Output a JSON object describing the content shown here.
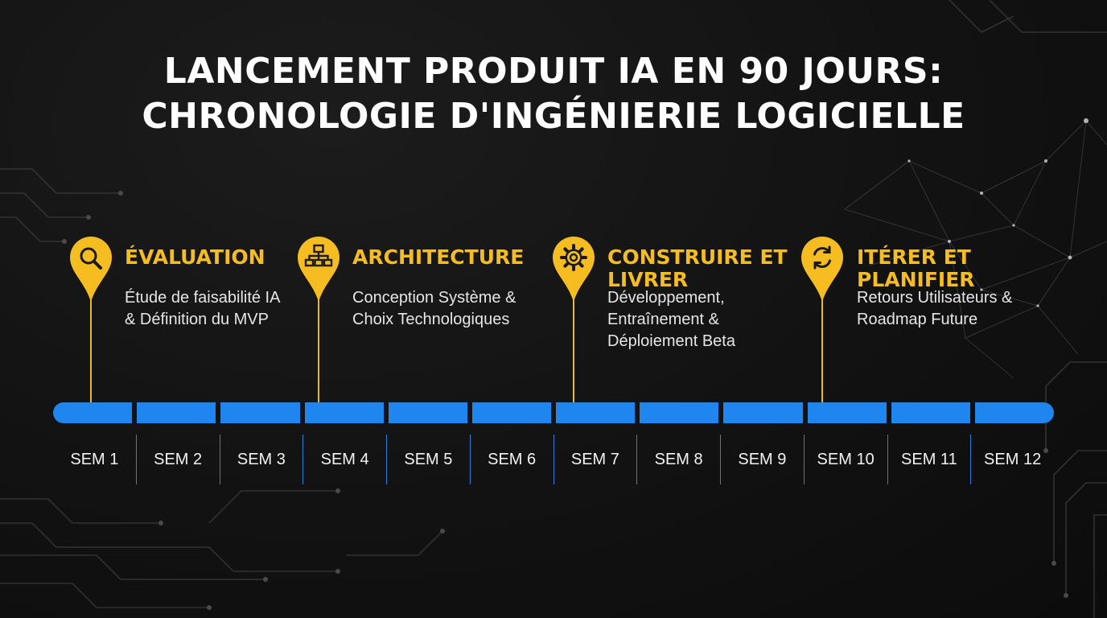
{
  "title": {
    "line1": "LANCEMENT PRODUIT IA EN 90 JOURS:",
    "line2": "CHRONOLOGIE D'INGÉNIERIE LOGICIELLE"
  },
  "colors": {
    "accent_yellow": "#f5bd1f",
    "timeline_blue": "#1f86f0",
    "background": "#121212"
  },
  "milestones": [
    {
      "icon": "magnifier-icon",
      "title": "ÉVALUATION",
      "description": "Étude de faisabilité IA & Définition du MVP",
      "week": "SEM 1"
    },
    {
      "icon": "hierarchy-icon",
      "title": "ARCHITECTURE",
      "description": "Conception Système & Choix Technologiques",
      "week": "SEM 4"
    },
    {
      "icon": "gear-icon",
      "title": "CONSTRUIRE ET LIVRER",
      "description": "Développement, Entraînement & Déploiement Beta",
      "week": "SEM 7"
    },
    {
      "icon": "refresh-icon",
      "title": "ITÉRER ET PLANIFIER",
      "description": "Retours Utilisateurs & Roadmap Future",
      "week": "SEM 10"
    }
  ],
  "weeks": [
    "SEM 1",
    "SEM 2",
    "SEM 3",
    "SEM 4",
    "SEM 5",
    "SEM 6",
    "SEM 7",
    "SEM 8",
    "SEM 9",
    "SEM 10",
    "SEM 11",
    "SEM 12"
  ]
}
